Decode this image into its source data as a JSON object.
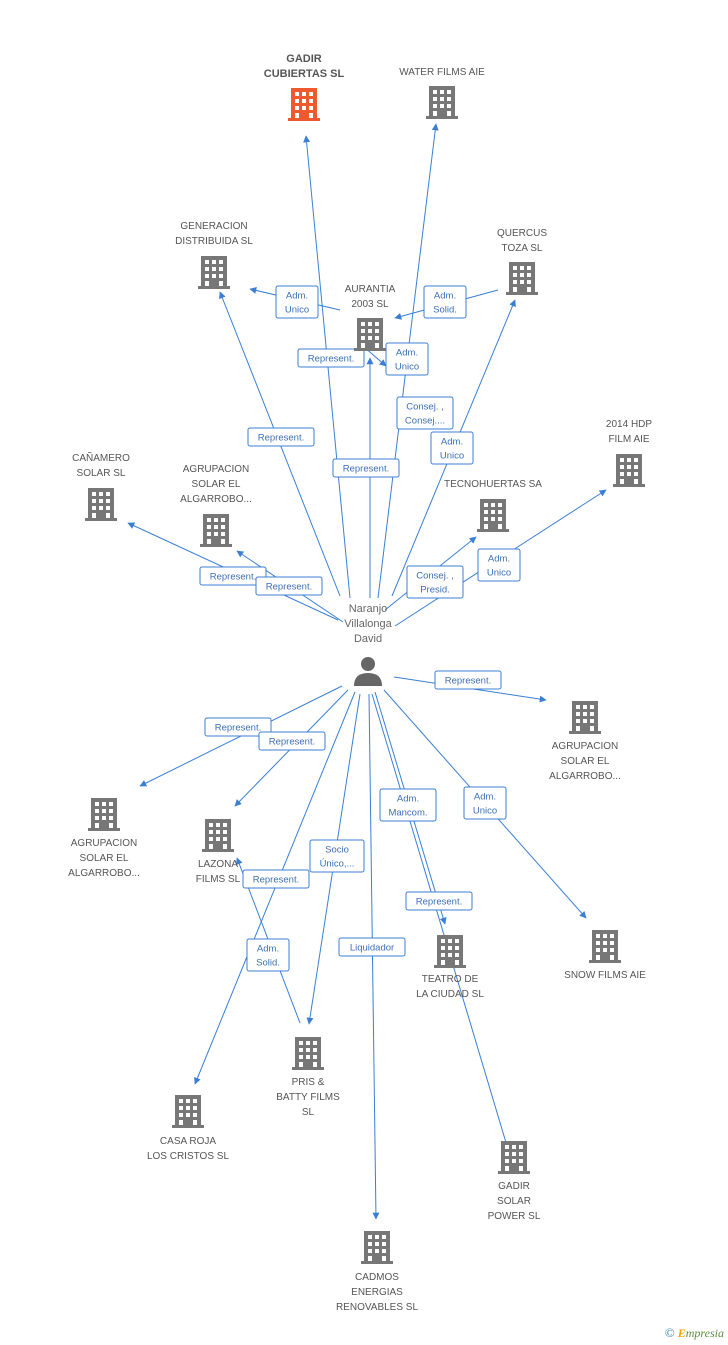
{
  "center": {
    "name_lines": [
      "Naranjo",
      "Villalonga",
      "David"
    ],
    "icon": "person-icon"
  },
  "colors": {
    "edge": "#3b7fd4",
    "building": "#777777",
    "building_highlight": "#ee5a2e",
    "label": "#555555"
  },
  "nodes": [
    {
      "id": "gadir-cubiertas",
      "lines": [
        "GADIR",
        "CUBIERTAS SL"
      ],
      "highlight": true,
      "icon": "building-icon"
    },
    {
      "id": "water-films",
      "lines": [
        "WATER FILMS AIE"
      ],
      "icon": "building-icon"
    },
    {
      "id": "generacion-distribuida",
      "lines": [
        "GENERACION",
        "DISTRIBUIDA SL"
      ],
      "icon": "building-icon"
    },
    {
      "id": "quercus-toza",
      "lines": [
        "QUERCUS",
        "TOZA SL"
      ],
      "icon": "building-icon"
    },
    {
      "id": "aurantia",
      "lines": [
        "AURANTIA",
        "2003 SL"
      ],
      "icon": "building-icon"
    },
    {
      "id": "2014-hdp",
      "lines": [
        "2014 HDP",
        "FILM  AIE"
      ],
      "icon": "building-icon"
    },
    {
      "id": "canamero",
      "lines": [
        "CAÑAMERO",
        "SOLAR SL"
      ],
      "icon": "building-icon"
    },
    {
      "id": "agrupacion-1",
      "lines": [
        "AGRUPACION",
        "SOLAR EL",
        "ALGARROBO..."
      ],
      "icon": "building-icon"
    },
    {
      "id": "tecnohuertas",
      "lines": [
        "TECNOHUERTAS SA"
      ],
      "icon": "building-icon"
    },
    {
      "id": "agrupacion-2",
      "lines": [
        "AGRUPACION",
        "SOLAR EL",
        "ALGARROBO..."
      ],
      "icon": "building-icon"
    },
    {
      "id": "agrupacion-3",
      "lines": [
        "AGRUPACION",
        "SOLAR EL",
        "ALGARROBO..."
      ],
      "icon": "building-icon"
    },
    {
      "id": "lazona-films",
      "lines": [
        "LAZONA",
        "FILMS SL"
      ],
      "icon": "building-icon"
    },
    {
      "id": "snow-films",
      "lines": [
        "SNOW FILMS AIE"
      ],
      "icon": "building-icon"
    },
    {
      "id": "teatro-ciudad",
      "lines": [
        "TEATRO DE",
        "LA CIUDAD  SL"
      ],
      "icon": "building-icon"
    },
    {
      "id": "pris-batty",
      "lines": [
        "PRIS &",
        "BATTY FILMS",
        "SL"
      ],
      "icon": "building-icon"
    },
    {
      "id": "casa-roja",
      "lines": [
        "CASA ROJA",
        "LOS CRISTOS SL"
      ],
      "icon": "building-icon"
    },
    {
      "id": "gadir-solar",
      "lines": [
        "GADIR",
        "SOLAR",
        "POWER SL"
      ],
      "icon": "building-icon"
    },
    {
      "id": "cadmos",
      "lines": [
        "CADMOS",
        "ENERGIAS",
        "RENOVABLES SL"
      ],
      "icon": "building-icon"
    }
  ],
  "edge_labels": [
    {
      "id": "e-generacion",
      "lines": [
        "Adm.",
        "Unico"
      ]
    },
    {
      "id": "e-quercus",
      "lines": [
        "Adm.",
        "Solid."
      ]
    },
    {
      "id": "e-represent-aurantia",
      "lines": [
        "Represent."
      ]
    },
    {
      "id": "e-aurantia-adm",
      "lines": [
        "Adm.",
        "Unico"
      ]
    },
    {
      "id": "e-consej",
      "lines": [
        "Consej. ,",
        "Consej...."
      ]
    },
    {
      "id": "e-quercus-adm",
      "lines": [
        "Adm.",
        "Unico"
      ]
    },
    {
      "id": "e-generacion-rep",
      "lines": [
        "Represent."
      ]
    },
    {
      "id": "e-gadir-rep",
      "lines": [
        "Represent."
      ]
    },
    {
      "id": "e-canamero-rep",
      "lines": [
        "Represent."
      ]
    },
    {
      "id": "e-agrupacion1-rep",
      "lines": [
        "Represent."
      ]
    },
    {
      "id": "e-tecnohuertas",
      "lines": [
        "Consej. ,",
        "Presid."
      ]
    },
    {
      "id": "e-2014",
      "lines": [
        "Adm.",
        "Unico"
      ]
    },
    {
      "id": "e-agrupacion2",
      "lines": [
        "Represent."
      ]
    },
    {
      "id": "e-agrupacion3",
      "lines": [
        "Represent."
      ]
    },
    {
      "id": "e-lazona-rep",
      "lines": [
        "Represent."
      ]
    },
    {
      "id": "e-teatro-mancom",
      "lines": [
        "Adm.",
        "Mancom."
      ]
    },
    {
      "id": "e-snow",
      "lines": [
        "Adm.",
        "Unico"
      ]
    },
    {
      "id": "e-pris-socio",
      "lines": [
        "Socio",
        "Único,..."
      ]
    },
    {
      "id": "e-lazona-rep2",
      "lines": [
        "Represent."
      ]
    },
    {
      "id": "e-gadir-solar-rep",
      "lines": [
        "Represent."
      ]
    },
    {
      "id": "e-lazona-solid",
      "lines": [
        "Adm.",
        "Solid."
      ]
    },
    {
      "id": "e-cadmos",
      "lines": [
        "Liquidador"
      ]
    }
  ],
  "watermark": {
    "copyright_symbol": "©",
    "brand_initial": "E",
    "brand_rest": "mpresia"
  }
}
